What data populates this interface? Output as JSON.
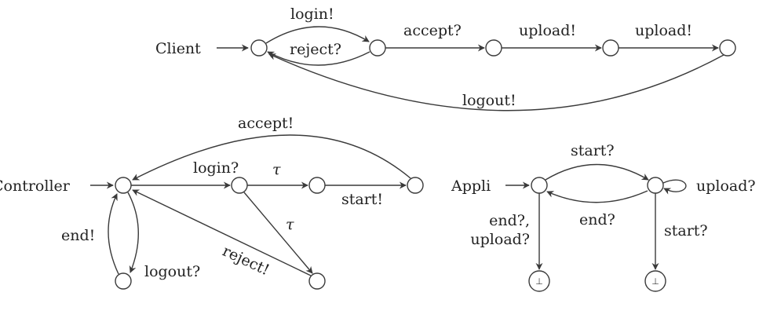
{
  "automata": [
    {
      "name": "Client",
      "states": [
        "c0",
        "c1",
        "c2",
        "c3",
        "c4"
      ],
      "transitions": [
        {
          "from": "c0",
          "to": "c1",
          "label": "login!"
        },
        {
          "from": "c1",
          "to": "c0",
          "label": "reject?"
        },
        {
          "from": "c1",
          "to": "c2",
          "label": "accept?"
        },
        {
          "from": "c2",
          "to": "c3",
          "label": "upload!"
        },
        {
          "from": "c3",
          "to": "c4",
          "label": "upload!"
        },
        {
          "from": "c4",
          "to": "c0",
          "label": "logout!"
        }
      ]
    },
    {
      "name": "Controller",
      "states": [
        "k0",
        "k1",
        "k2",
        "k3",
        "k4",
        "k5"
      ],
      "transitions": [
        {
          "from": "k0",
          "to": "k1",
          "label": "login?"
        },
        {
          "from": "k1",
          "to": "k2",
          "label": "τ"
        },
        {
          "from": "k2",
          "to": "k3",
          "label": "start!"
        },
        {
          "from": "k3",
          "to": "k0",
          "label": "accept!"
        },
        {
          "from": "k1",
          "to": "k5",
          "label": "τ"
        },
        {
          "from": "k5",
          "to": "k0",
          "label": "reject!"
        },
        {
          "from": "k0",
          "to": "k4",
          "label": "logout?"
        },
        {
          "from": "k4",
          "to": "k0",
          "label": "end!"
        }
      ]
    },
    {
      "name": "Appli",
      "states": [
        "a0",
        "a1",
        "a2",
        "a3"
      ],
      "transitions": [
        {
          "from": "a0",
          "to": "a1",
          "label": "start?"
        },
        {
          "from": "a1",
          "to": "a0",
          "label": "end?"
        },
        {
          "from": "a1",
          "to": "a1",
          "label": "upload?"
        },
        {
          "from": "a0",
          "to": "a2",
          "label_line1": "end?,",
          "label_line2": "upload?"
        },
        {
          "from": "a1",
          "to": "a3",
          "label": "start?"
        }
      ],
      "error_symbol": "⊥"
    }
  ]
}
